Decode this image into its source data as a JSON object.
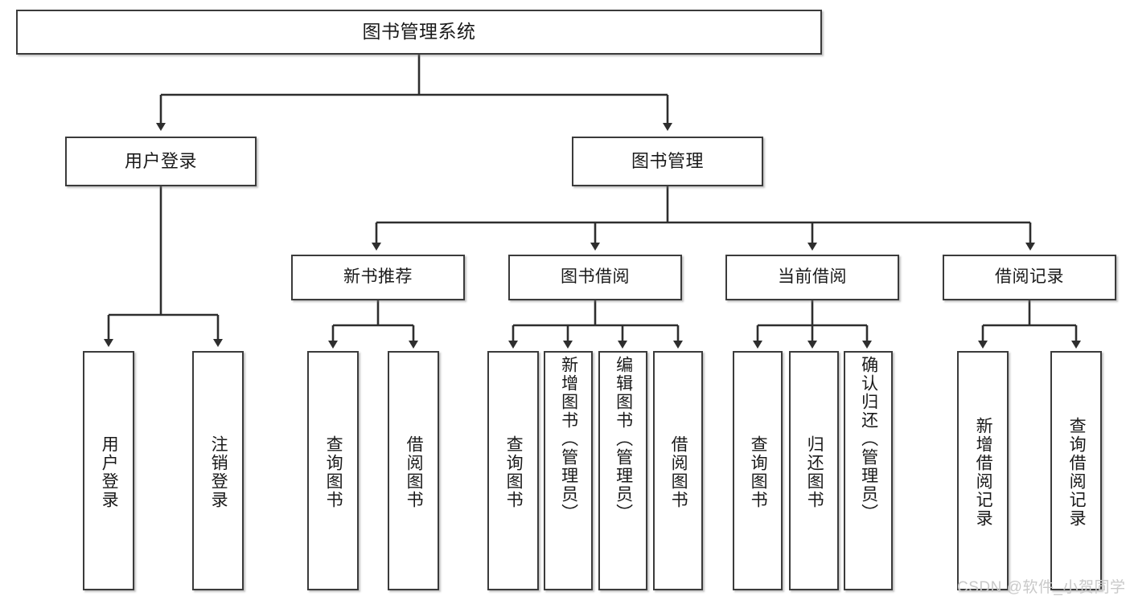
{
  "diagram": {
    "title": "图书管理系统",
    "type": "tree",
    "stroke_color": "#3b3b3b",
    "text_color": "#1a1a1a",
    "background": "#ffffff"
  },
  "root": {
    "label": "图书管理系统"
  },
  "level2": [
    {
      "label": "用户登录"
    },
    {
      "label": "图书管理"
    }
  ],
  "level3": [
    {
      "label": "新书推荐"
    },
    {
      "label": "图书借阅"
    },
    {
      "label": "当前借阅"
    },
    {
      "label": "借阅记录"
    }
  ],
  "leaves": {
    "user_login": [
      {
        "label": "用户登录"
      },
      {
        "label": "注销登录"
      }
    ],
    "new_book": [
      {
        "label": "查询图书"
      },
      {
        "label": "借阅图书"
      }
    ],
    "book_borrow": [
      {
        "label": "查询图书"
      },
      {
        "label": "新增图书（管理员）"
      },
      {
        "label": "编辑图书（管理员）"
      },
      {
        "label": "借阅图书"
      }
    ],
    "current_borrow": [
      {
        "label": "查询图书"
      },
      {
        "label": "归还图书"
      },
      {
        "label": "确认归还（管理员）"
      }
    ],
    "borrow_record": [
      {
        "label": "新增借阅记录"
      },
      {
        "label": "查询借阅记录"
      }
    ]
  },
  "watermark": {
    "text": "CSDN @软件_小贺同学"
  }
}
